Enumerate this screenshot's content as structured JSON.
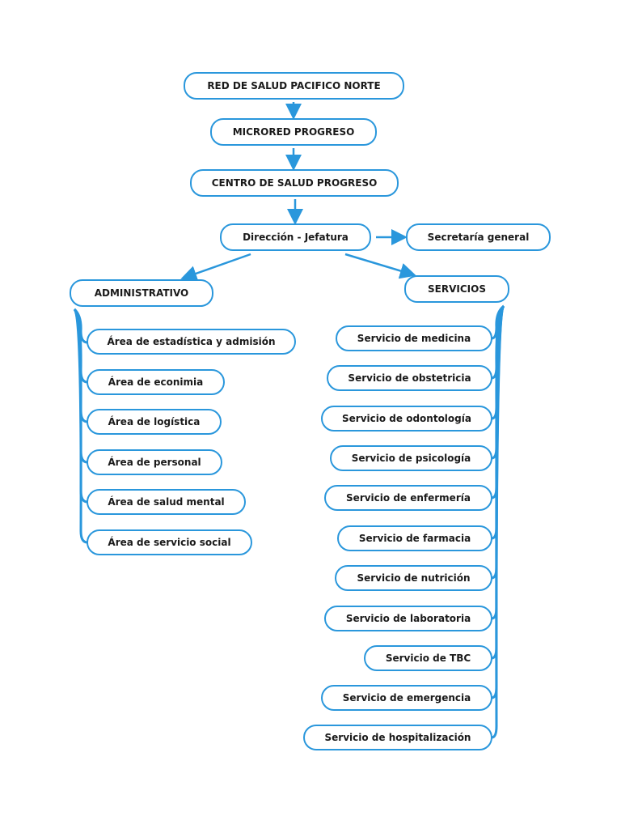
{
  "top": {
    "red": "RED DE SALUD PACIFICO NORTE",
    "microred": "MICRORED PROGRESO",
    "centro": "CENTRO DE SALUD PROGRESO",
    "direccion": "Dirección - Jefatura",
    "secretaria": "Secretaría general"
  },
  "administrativo": {
    "title": "ADMINISTRATIVO",
    "items": [
      "Área de estadística y admisión",
      "Área de econimia",
      "Área de logística",
      "Área de personal",
      "Área de salud mental",
      "Área de servicio social"
    ]
  },
  "servicios": {
    "title": "SERVICIOS",
    "items": [
      "Servicio de medicina",
      "Servicio de obstetricia",
      "Servicio de odontología",
      "Servicio de psicología",
      "Servicio de enfermería",
      "Servicio de farmacia",
      "Servicio de nutrición",
      "Servicio de laboratoria",
      "Servicio de TBC",
      "Servicio de emergencia",
      "Servicio de hospitalización"
    ]
  },
  "colors": {
    "accent": "#2a97dc"
  }
}
